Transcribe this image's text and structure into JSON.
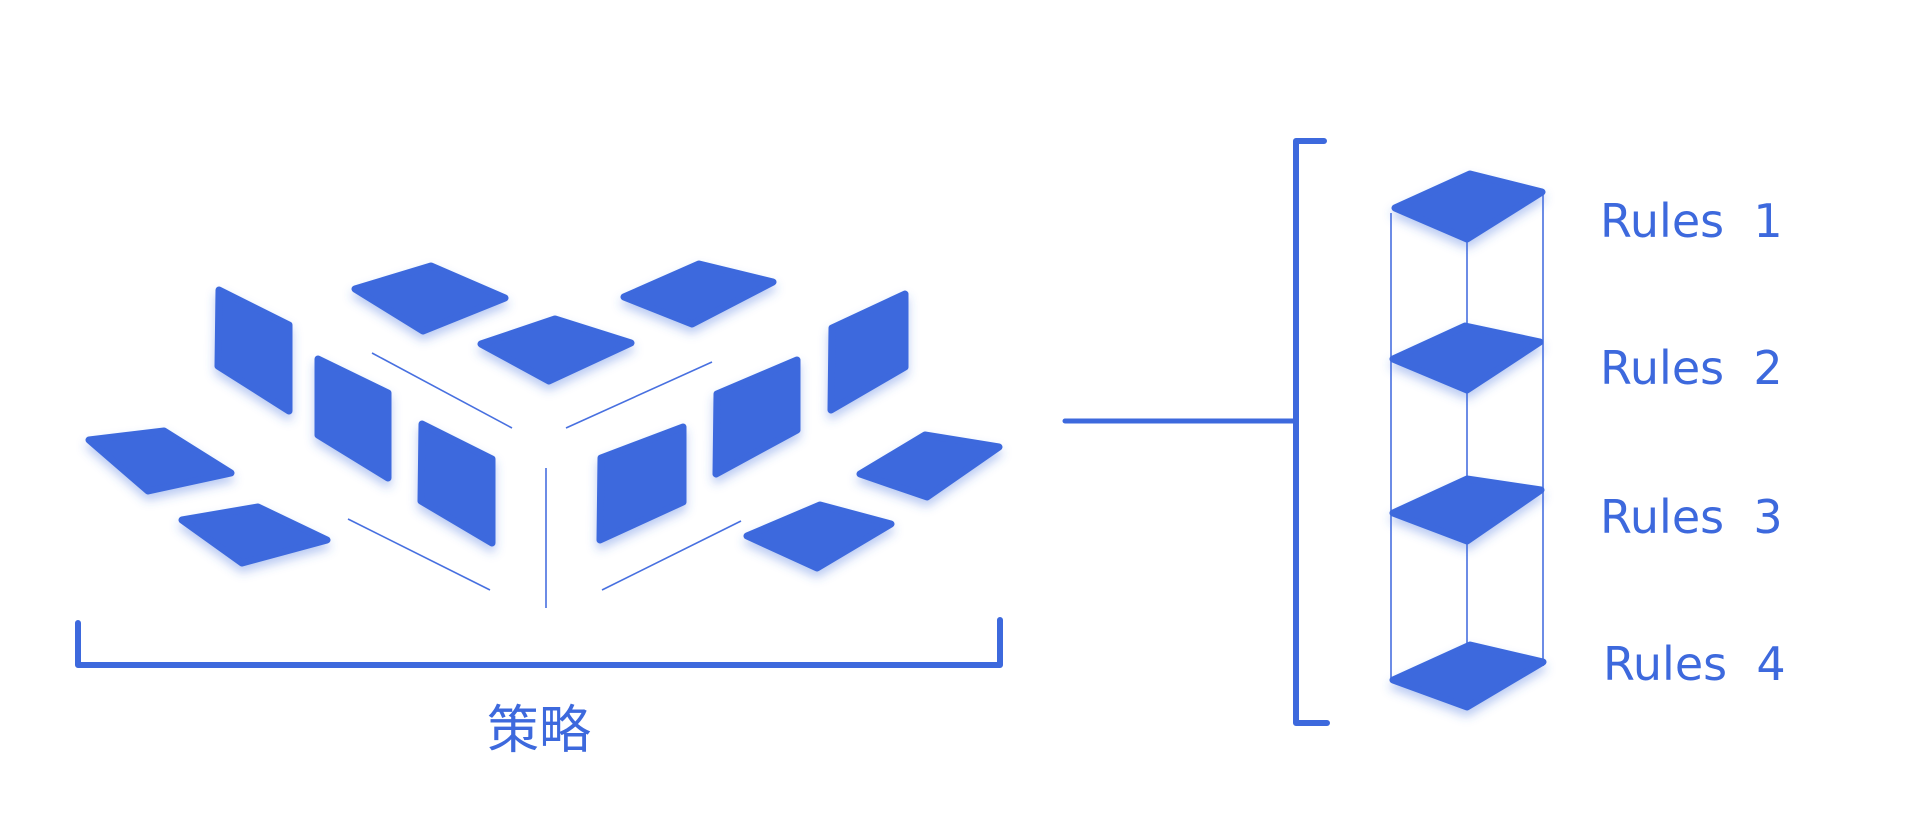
{
  "strategy": {
    "label": "策略"
  },
  "rules": [
    {
      "label": "Rules  1"
    },
    {
      "label": "Rules  2"
    },
    {
      "label": "Rules  3"
    },
    {
      "label": "Rules  4"
    }
  ],
  "colors": {
    "primary": "#3d69dd",
    "line": "#4870e0",
    "background": "#ffffff"
  }
}
